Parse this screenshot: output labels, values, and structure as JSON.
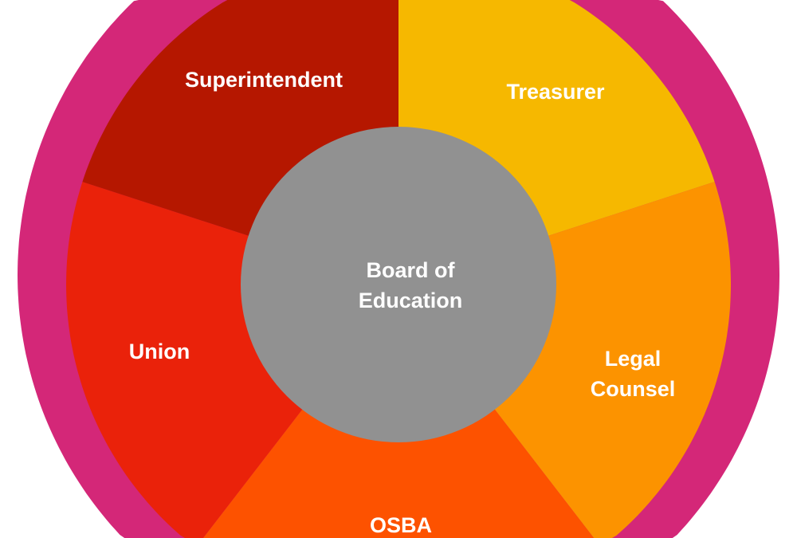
{
  "center": {
    "label_line1": "Board of",
    "label_line2": "Education",
    "color": "#919191"
  },
  "ring_color": "#d42778",
  "segments": [
    {
      "label": "Treasurer",
      "color": "#f6b800"
    },
    {
      "label_line1": "Legal",
      "label_line2": "Counsel",
      "color": "#fc9300"
    },
    {
      "label": "OSBA",
      "color": "#fd5200"
    },
    {
      "label": "Union",
      "color": "#ea220a"
    },
    {
      "label": "Superintendent",
      "color": "#b51700"
    }
  ]
}
